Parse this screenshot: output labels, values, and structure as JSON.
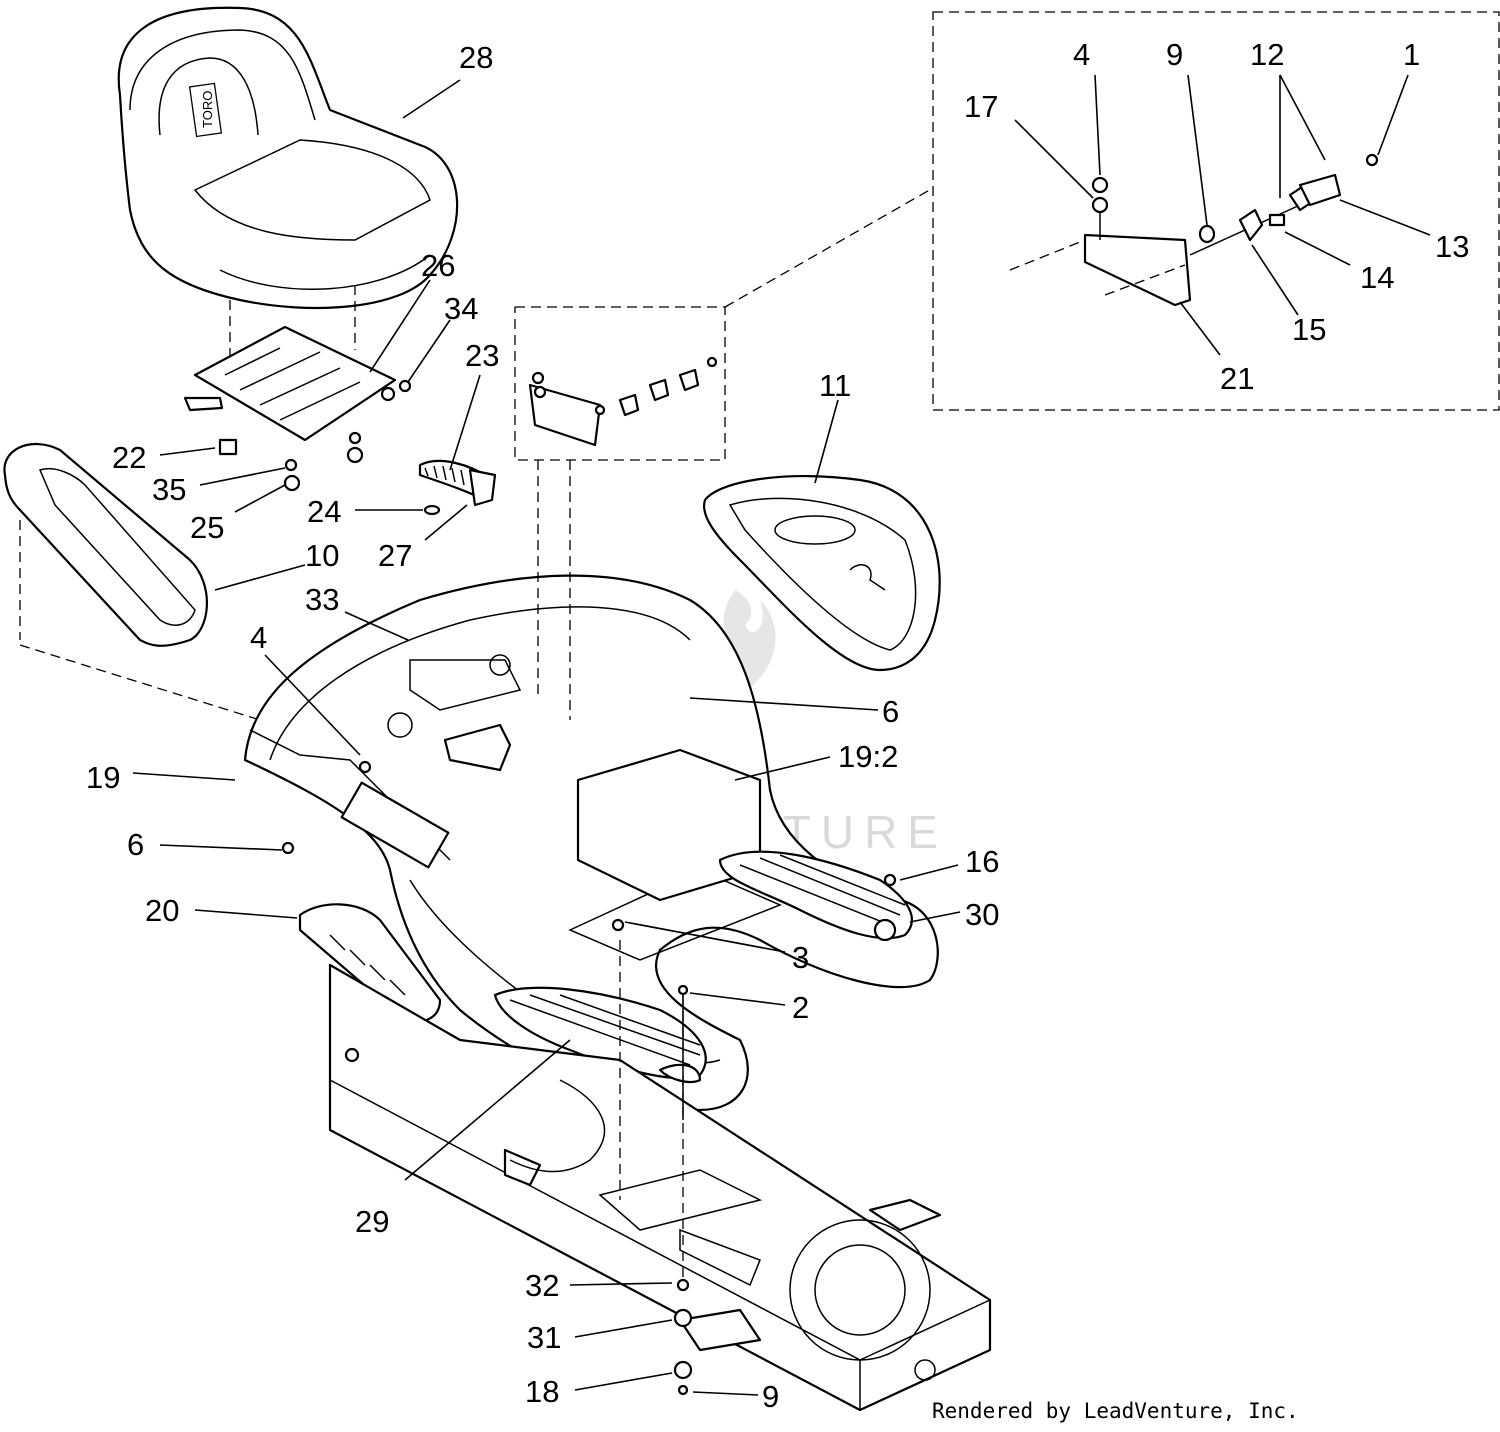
{
  "diagram": {
    "credit": "Rendered by LeadVenture, Inc.",
    "watermark": "LEADVENTURE",
    "seat_logo": "TORO",
    "callouts": [
      {
        "id": "c28",
        "label": "28"
      },
      {
        "id": "c26",
        "label": "26"
      },
      {
        "id": "c34",
        "label": "34"
      },
      {
        "id": "c23",
        "label": "23"
      },
      {
        "id": "c22",
        "label": "22"
      },
      {
        "id": "c35",
        "label": "35"
      },
      {
        "id": "c25",
        "label": "25"
      },
      {
        "id": "c24",
        "label": "24"
      },
      {
        "id": "c27",
        "label": "27"
      },
      {
        "id": "c10",
        "label": "10"
      },
      {
        "id": "c33",
        "label": "33"
      },
      {
        "id": "c4a",
        "label": "4"
      },
      {
        "id": "c19",
        "label": "19"
      },
      {
        "id": "c6a",
        "label": "6"
      },
      {
        "id": "c20",
        "label": "20"
      },
      {
        "id": "c29",
        "label": "29"
      },
      {
        "id": "c11",
        "label": "11"
      },
      {
        "id": "c6b",
        "label": "6"
      },
      {
        "id": "c192",
        "label": "19:2"
      },
      {
        "id": "c16",
        "label": "16"
      },
      {
        "id": "c30",
        "label": "30"
      },
      {
        "id": "c3",
        "label": "3"
      },
      {
        "id": "c2",
        "label": "2"
      },
      {
        "id": "c32",
        "label": "32"
      },
      {
        "id": "c31",
        "label": "31"
      },
      {
        "id": "c18",
        "label": "18"
      },
      {
        "id": "c9a",
        "label": "9"
      },
      {
        "id": "c4b",
        "label": "4"
      },
      {
        "id": "c9b",
        "label": "9"
      },
      {
        "id": "c12",
        "label": "12"
      },
      {
        "id": "c1",
        "label": "1"
      },
      {
        "id": "c17",
        "label": "17"
      },
      {
        "id": "c13",
        "label": "13"
      },
      {
        "id": "c14",
        "label": "14"
      },
      {
        "id": "c15",
        "label": "15"
      },
      {
        "id": "c21",
        "label": "21"
      }
    ]
  }
}
